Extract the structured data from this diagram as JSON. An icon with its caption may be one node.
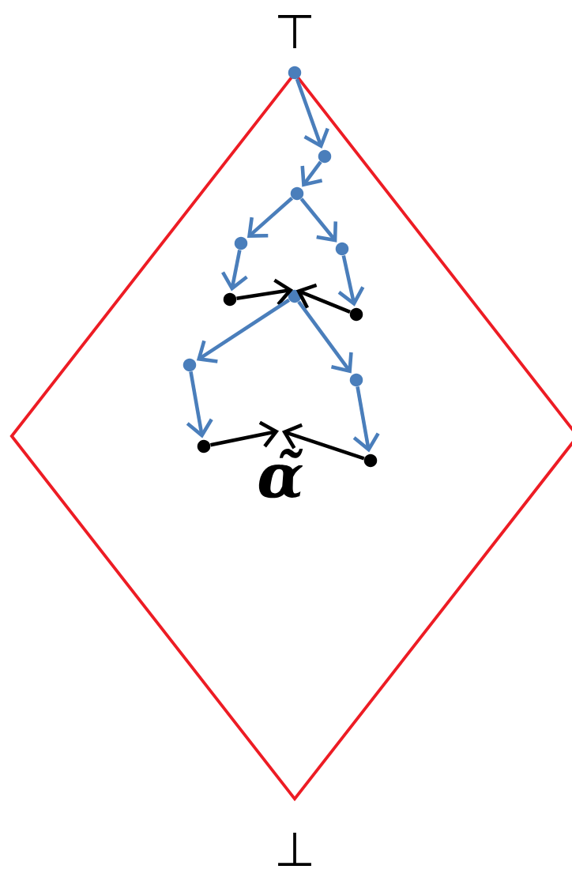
{
  "diagram": {
    "nodes": [
      {
        "text": [],
        "shape": "diamond"
      },
      {
        "text": [],
        "shape": "circle"
      },
      {
        "text": [],
        "shape": "circle",
        "in": 0
      },
      {
        "text": [],
        "shape": "circle",
        "in": 0
      },
      {
        "text": [],
        "shape": "circle",
        "in": 0
      },
      {
        "text": [],
        "shape": "circle",
        "in": 0
      },
      {
        "text": [],
        "shape": "circle",
        "in": 0
      },
      {
        "text": [],
        "shape": "circle",
        "in": 0
      },
      {
        "text": [],
        "shape": "circle",
        "in": 0
      },
      {
        "text": [],
        "shape": "circle",
        "in": 0
      },
      {
        "text": [],
        "shape": "circle",
        "in": 0
      },
      {
        "text": [],
        "shape": "circle",
        "in": 0
      },
      {
        "text": [],
        "shape": "circle",
        "in": 0
      },
      {
        "text": [
          "α̃"
        ],
        "in": 0
      }
    ],
    "edges": [
      {
        "from": 1,
        "to": 2,
        "arrow": "to"
      },
      {
        "from": 2,
        "to": 3,
        "arrow": "to"
      },
      {
        "from": 3,
        "to": 4,
        "arrow": "to"
      },
      {
        "from": 3,
        "to": 5,
        "arrow": "to"
      },
      {
        "from": 4,
        "to": 6,
        "arrow": "to"
      },
      {
        "from": 5,
        "to": 7,
        "arrow": "to"
      },
      {
        "from": 6,
        "to": 8,
        "arrow": "to",
        "color": "#000000"
      },
      {
        "from": 7,
        "to": 8,
        "arrow": "to",
        "color": "#000000"
      },
      {
        "from": 8,
        "to": 9,
        "arrow": "to"
      },
      {
        "from": 8,
        "to": 10,
        "arrow": "to"
      },
      {
        "from": 9,
        "to": 11,
        "arrow": "to"
      },
      {
        "from": 10,
        "to": 12,
        "arrow": "to"
      },
      {
        "from": 11,
        "to": 13,
        "arrow": "to",
        "color": "#000000"
      },
      {
        "from": 12,
        "to": 13,
        "arrow": "to",
        "color": "#000000"
      }
    ],
    "labels": [
      "⊤",
      "⊥"
    ]
  }
}
